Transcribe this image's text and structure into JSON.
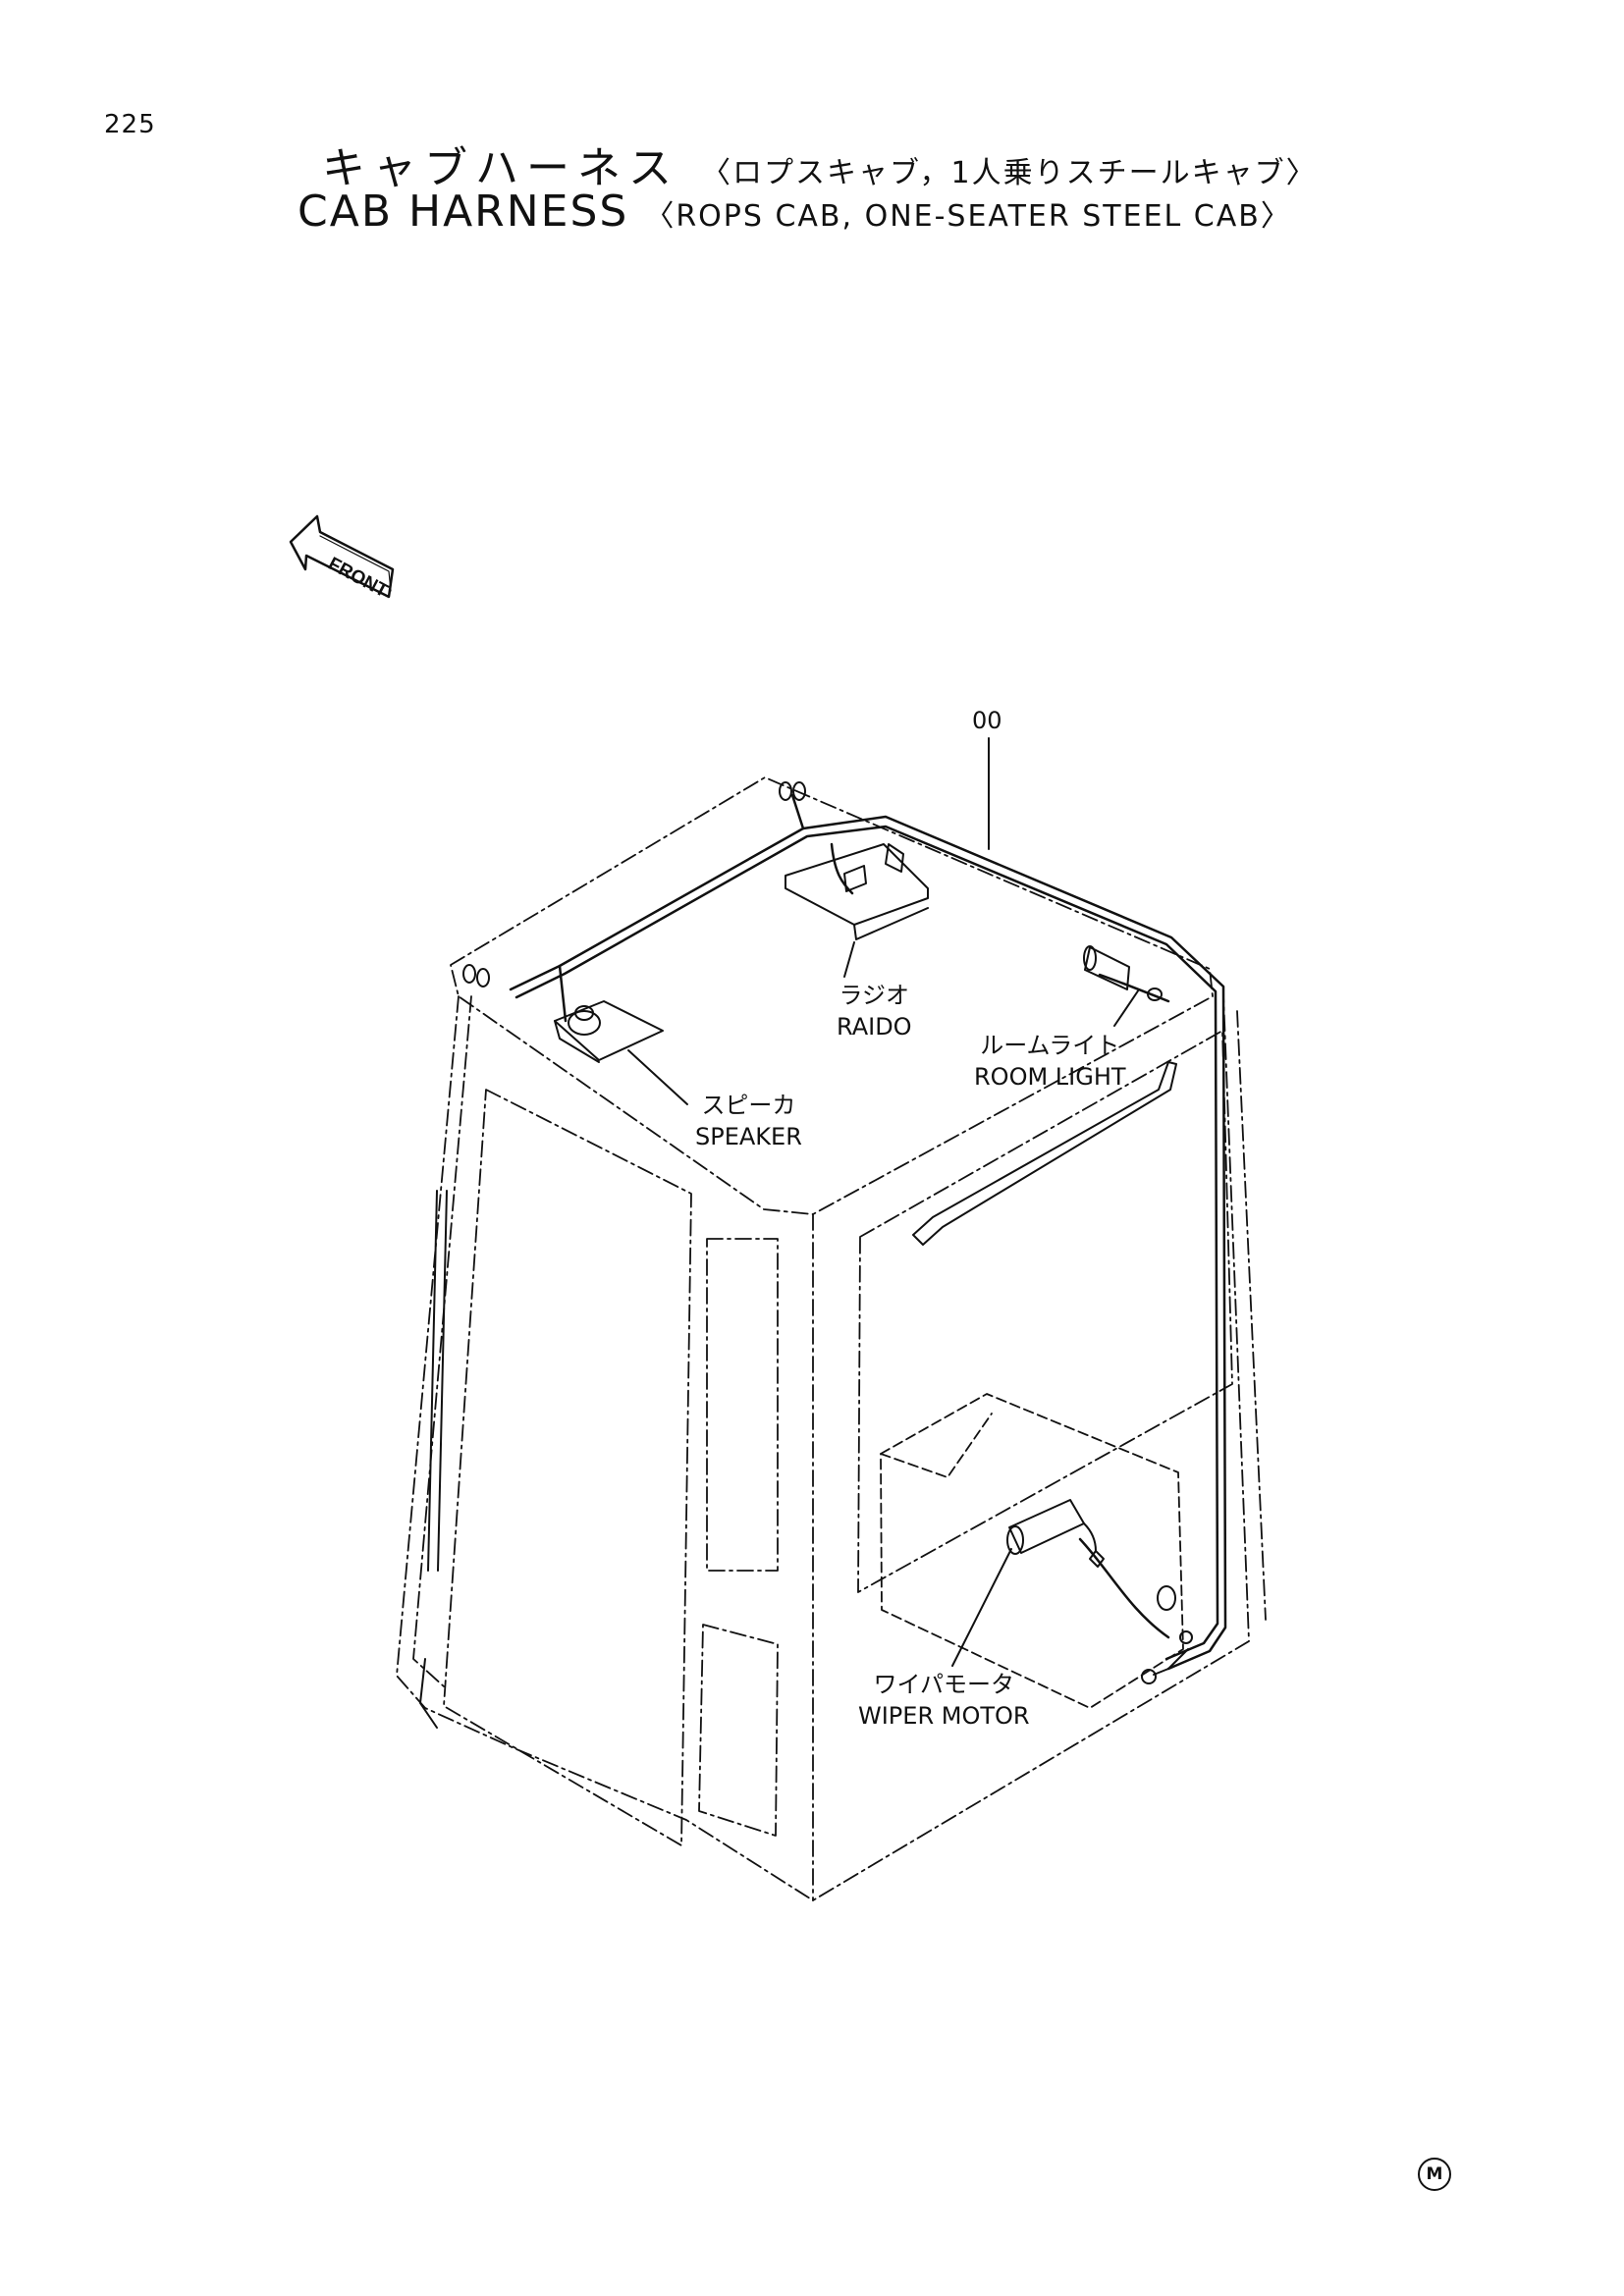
{
  "page_number": "225",
  "title": {
    "jp": "キャブハーネス",
    "jp_sub": "〈ロプスキャブ，1人乗りスチールキャブ〉",
    "en": "CAB HARNESS",
    "en_sub": "〈ROPS CAB, ONE-SEATER STEEL CAB〉"
  },
  "front_arrow_label": "FRONT",
  "callouts": {
    "harness_number": "00",
    "radio": {
      "jp": "ラジオ",
      "en": "RAIDO"
    },
    "room_light": {
      "jp": "ルームライト",
      "en": "ROOM LIGHT"
    },
    "speaker": {
      "jp": "スピーカ",
      "en": "SPEAKER"
    },
    "wiper_motor": {
      "jp": "ワイパモータ",
      "en": "WIPER MOTOR"
    }
  },
  "corner_mark": "M",
  "colors": {
    "ink": "#111111",
    "paper": "#ffffff"
  }
}
